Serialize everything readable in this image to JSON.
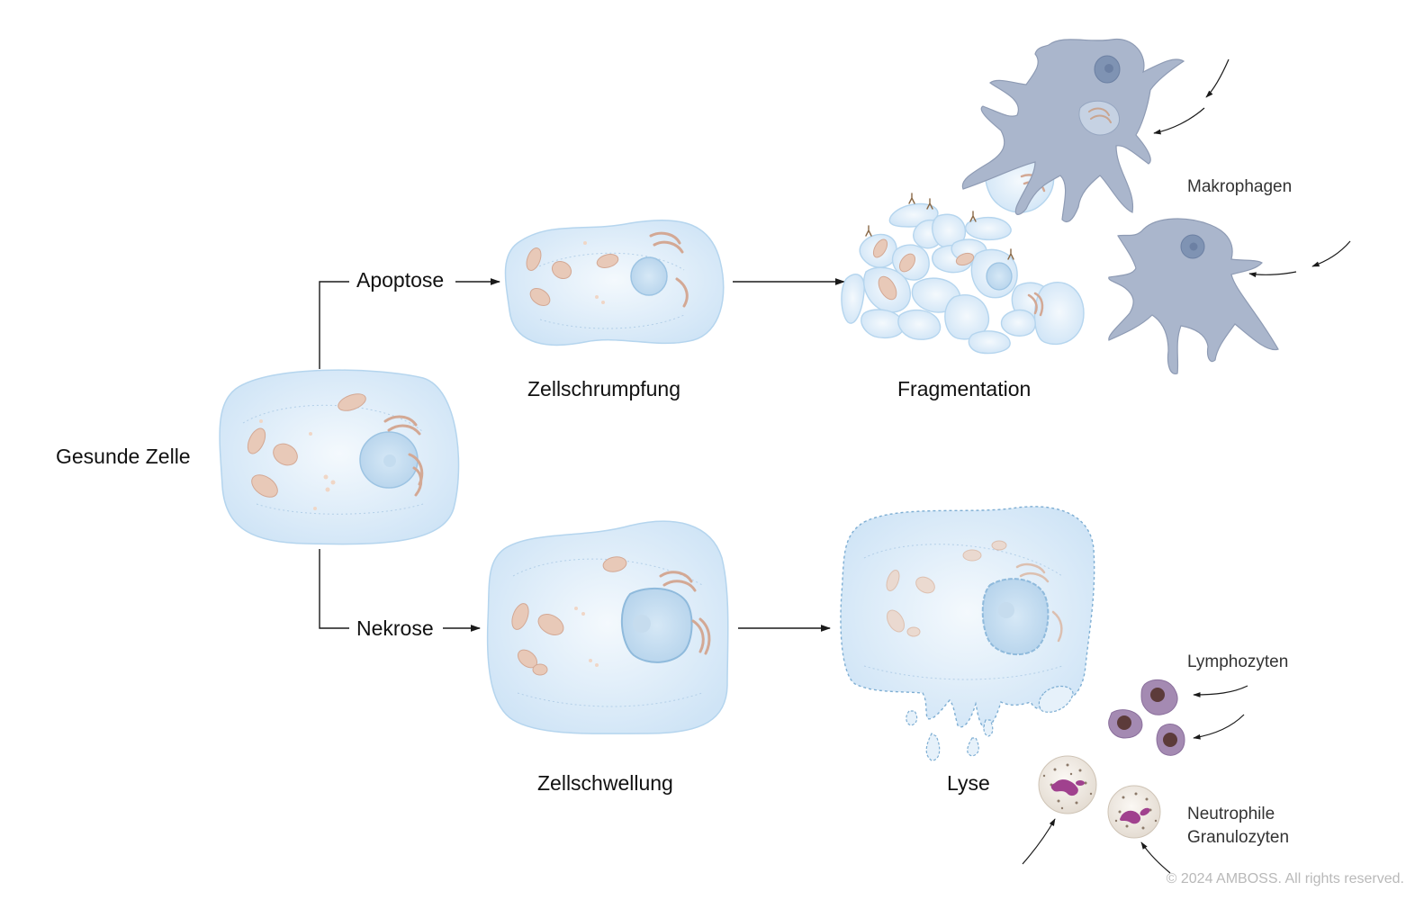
{
  "labels": {
    "healthy": "Gesunde Zelle",
    "apoptosis": "Apoptose",
    "necrosis": "Nekrose",
    "shrinkage": "Zellschrumpfung",
    "fragmentation": "Fragmentation",
    "swelling": "Zellschwellung",
    "lysis": "Lyse",
    "macrophages": "Makrophagen",
    "lymphocytes": "Lymphozyten",
    "neutrophils_line1": "Neutrophile",
    "neutrophils_line2": "Granulozyten"
  },
  "copyright": "© 2024 AMBOSS. All rights reserved.",
  "colors": {
    "cell_fill": "#d6e9f8",
    "cell_stroke": "#a9cde9",
    "nucleus": "#c2dcf0",
    "organelle": "#e8c9b8",
    "macrophage": "#aab6cc",
    "macrophage_nucleus": "#7f93b3",
    "lymphocyte": "#a48ab2",
    "neutrophil": "#efe9e2",
    "neutrophil_nucleus": "#a0418e",
    "line": "#1a1a1a"
  }
}
